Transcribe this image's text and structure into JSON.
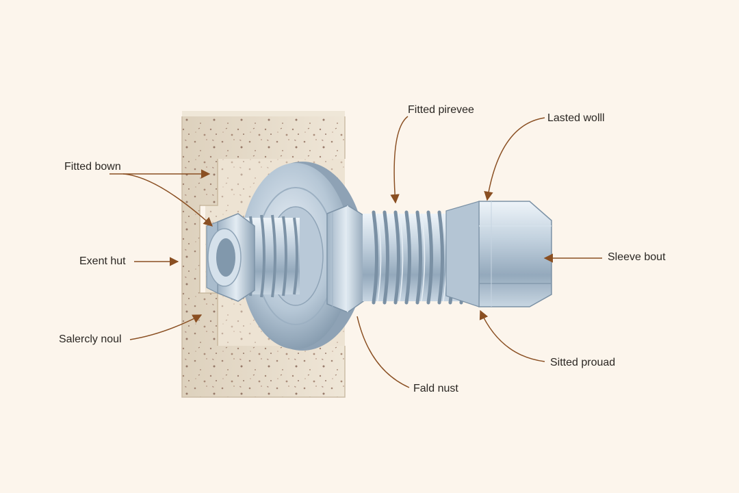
{
  "colors": {
    "background": "#fcf5ec",
    "concrete": "#e5dac8",
    "concrete_speckle": "#9a7b6a",
    "steel_light": "#dbe6ef",
    "steel_mid": "#a9bccd",
    "steel_dark": "#6f8497",
    "leader_line": "#8a4f22",
    "label_text": "#2a2622"
  },
  "labels": {
    "fitted_bown": "Fitted bown",
    "exent_hut": "Exent hut",
    "salercly_noul": "Salercly noul",
    "fitted_pirevee": "Fitted pirevee",
    "lasted_wolll": "Lasted wolll",
    "sleeve_bout": "Sleeve bout",
    "sitted_prouad": "Sitted prouad",
    "fald_nust": "Fald nust"
  }
}
